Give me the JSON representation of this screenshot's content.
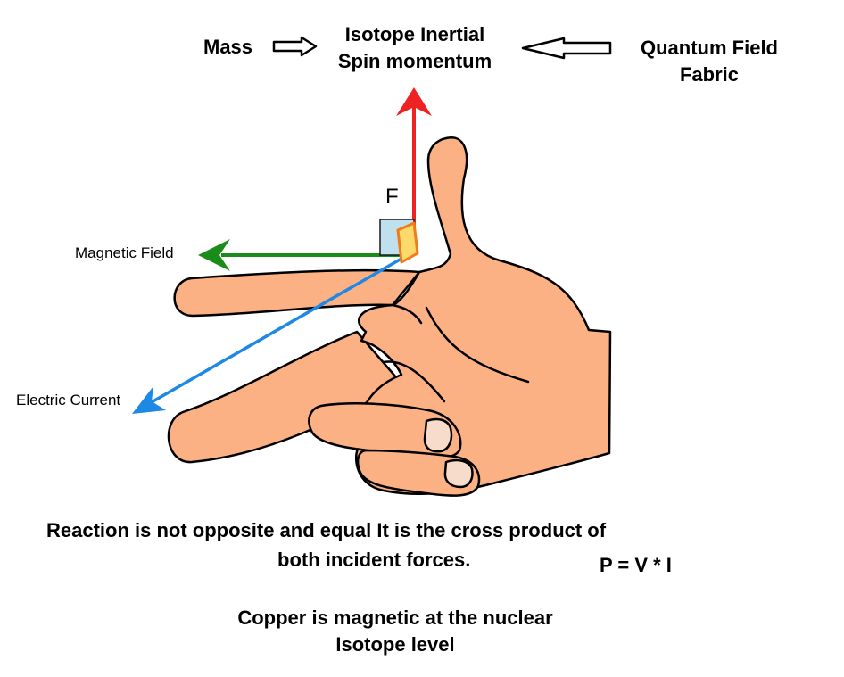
{
  "header": {
    "mass": "Mass",
    "center_line1": "Isotope Inertial",
    "center_line2": "Spin momentum",
    "quantum_line1": "Quantum Field",
    "quantum_line2": "Fabric"
  },
  "diagram": {
    "force_label": "F",
    "magnetic_field_label": "Magnetic Field",
    "electric_current_label": "Electric Current",
    "colors": {
      "force_arrow": "#ee2222",
      "magnetic_arrow": "#1a8c1a",
      "current_arrow": "#1e88e5",
      "skin": "#fbb183",
      "nail": "#f8dccb",
      "square": "#bfe0ec",
      "patch_fill": "#fbd96a",
      "patch_stroke": "#f07b1a"
    }
  },
  "footer": {
    "reaction_line1": "Reaction is not opposite and equal It is the cross product of",
    "reaction_line2": "both incident forces.",
    "equation": "P = V * I",
    "copper_line1": "Copper is magnetic at the nuclear",
    "copper_line2": "Isotope level"
  }
}
